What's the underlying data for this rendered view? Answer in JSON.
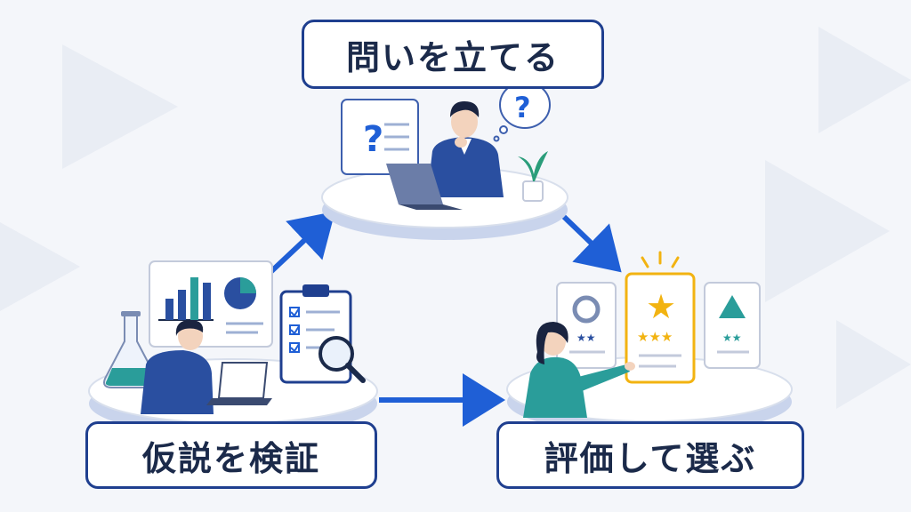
{
  "steps": {
    "ask": {
      "label": "問いを立てる"
    },
    "verify": {
      "label": "仮説を検証"
    },
    "evaluate": {
      "label": "評価して選ぶ"
    }
  },
  "icons": {
    "question_panel": "question-mark-icon",
    "thought_bubble": "thought-bubble-question-icon",
    "bar_chart": "bar-chart-icon",
    "pie_chart": "pie-chart-icon",
    "clipboard": "clipboard-checklist-icon",
    "magnifier": "magnifying-glass-icon",
    "flask": "flask-icon",
    "circle_option": "circle-icon",
    "star_option": "star-icon",
    "triangle_option": "triangle-icon",
    "arrow": "arrow-icon"
  },
  "colors": {
    "accent": "#1f5fd6",
    "navy": "#1f3f8f",
    "teal": "#2a9d9a",
    "star": "#f2b311"
  }
}
